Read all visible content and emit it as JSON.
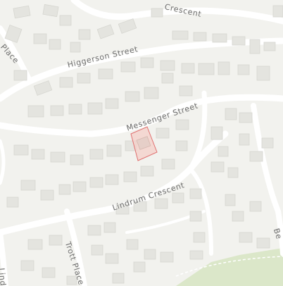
{
  "map": {
    "streets": {
      "higgerson": "Higgerson Street",
      "messenger": "Messenger Street",
      "lindrum": "Lindrum Crescent",
      "trott": "Trott Place",
      "crescent_top": "Crescent",
      "place_left": "Place",
      "lindrum_left": "Lind",
      "right_edge": "Be"
    },
    "colors": {
      "background": "#f2f2ee",
      "road": "#ffffff",
      "building": "#e4e4df",
      "building_stroke": "#d6d6d0",
      "park": "#dbe7c9",
      "highlight_fill": "#f4cfc8",
      "highlight_stroke": "#e07070",
      "label": "#6f6f6f"
    },
    "selected_parcel": "highlighted-lot"
  }
}
